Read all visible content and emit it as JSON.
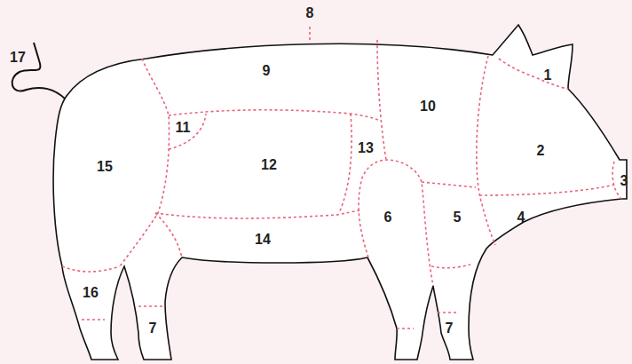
{
  "diagram": {
    "labels": [
      "8",
      "17",
      "1",
      "9",
      "10",
      "11",
      "13",
      "2",
      "3",
      "15",
      "12",
      "6",
      "5",
      "4",
      "14",
      "16",
      "7",
      "7"
    ]
  }
}
